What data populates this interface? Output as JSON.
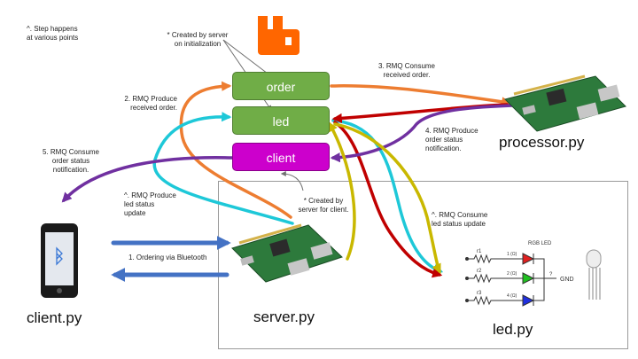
{
  "notes": {
    "step_happens": "^. Step happens\nat various points",
    "created_by_server_init": "* Created by server\non initialization",
    "rmq_produce_received": "2. RMQ Produce\nreceived order.",
    "rmq_consume_received": "3. RMQ Consume\nreceived order.",
    "rmq_produce_order_status": "4. RMQ Produce\norder status\nnotification.",
    "rmq_consume_order_status": "5. RMQ Consume\norder status\nnotification.",
    "rmq_produce_led": "^. RMQ Produce\nled status\nupdate",
    "created_by_server_client": "* Created by\nserver for client.",
    "rmq_consume_led": "^. RMQ Consume\nled status update",
    "ordering_bluetooth": "1. Ordering via Bluetooth"
  },
  "queues": {
    "order": "order",
    "led": "led",
    "client": "client"
  },
  "labels": {
    "processor": "processor.py",
    "server": "server.py",
    "client": "client.py",
    "led": "led.py"
  },
  "schematic": {
    "title": "RGB LED",
    "r1": "r1",
    "r2": "r2",
    "r3": "r3",
    "ohm1": "1 (Ω)",
    "ohm2": "2 (Ω)",
    "ohm3": "4 (Ω)",
    "gnd": "GND",
    "q": "?"
  },
  "colors": {
    "orange": "#ed7d31",
    "cyan": "#1ec8d8",
    "purple": "#7030a0",
    "red": "#c00000",
    "yellow": "#c9b800",
    "blue": "#4472c4",
    "green_queue": "#70ad47",
    "magenta_queue": "#cc00cc"
  }
}
